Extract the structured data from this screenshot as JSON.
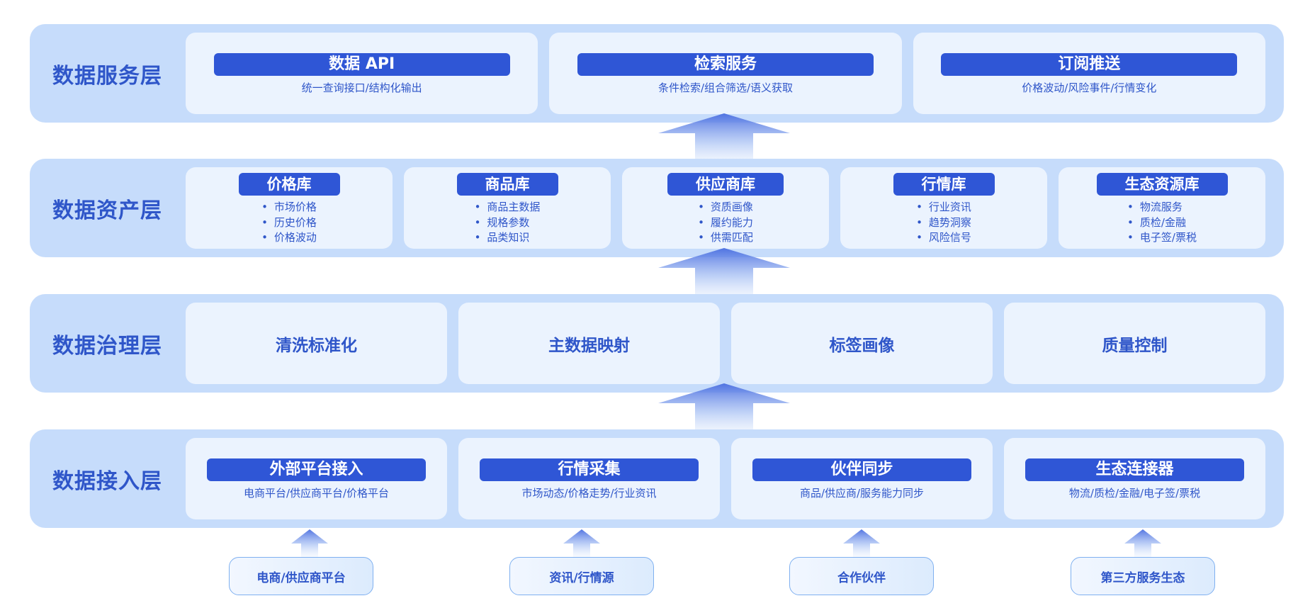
{
  "layers": {
    "service": {
      "title": "数据服务层",
      "cards": [
        {
          "label": "数据 API",
          "desc": "统一查询接口/结构化输出"
        },
        {
          "label": "检索服务",
          "desc": "条件检索/组合筛选/语义获取"
        },
        {
          "label": "订阅推送",
          "desc": "价格波动/风险事件/行情变化"
        }
      ]
    },
    "assets": {
      "title": "数据资产层",
      "cards": [
        {
          "label": "价格库",
          "items": [
            "市场价格",
            "历史价格",
            "价格波动"
          ]
        },
        {
          "label": "商品库",
          "items": [
            "商品主数据",
            "规格参数",
            "品类知识"
          ]
        },
        {
          "label": "供应商库",
          "items": [
            "资质画像",
            "履约能力",
            "供需匹配"
          ]
        },
        {
          "label": "行情库",
          "items": [
            "行业资讯",
            "趋势洞察",
            "风险信号"
          ]
        },
        {
          "label": "生态资源库",
          "items": [
            "物流服务",
            "质检/金融",
            "电子签/票税"
          ]
        }
      ]
    },
    "governance": {
      "title": "数据治理层",
      "cards": [
        {
          "label": "清洗标准化"
        },
        {
          "label": "主数据映射"
        },
        {
          "label": "标签画像"
        },
        {
          "label": "质量控制"
        }
      ]
    },
    "access": {
      "title": "数据接入层",
      "cards": [
        {
          "label": "外部平台接入",
          "desc": "电商平台/供应商平台/价格平台"
        },
        {
          "label": "行情采集",
          "desc": "市场动态/价格走势/行业资讯"
        },
        {
          "label": "伙伴同步",
          "desc": "商品/供应商/服务能力同步"
        },
        {
          "label": "生态连接器",
          "desc": "物流/质检/金融/电子签/票税"
        }
      ]
    }
  },
  "sources": [
    "电商/供应商平台",
    "资讯/行情源",
    "合作伙伴",
    "第三方服务生态"
  ],
  "colors": {
    "layer_bg": "#c6dcfb",
    "card_bg": "#ebf3fe",
    "accent": "#2f56d6",
    "text": "#2f56c9"
  }
}
